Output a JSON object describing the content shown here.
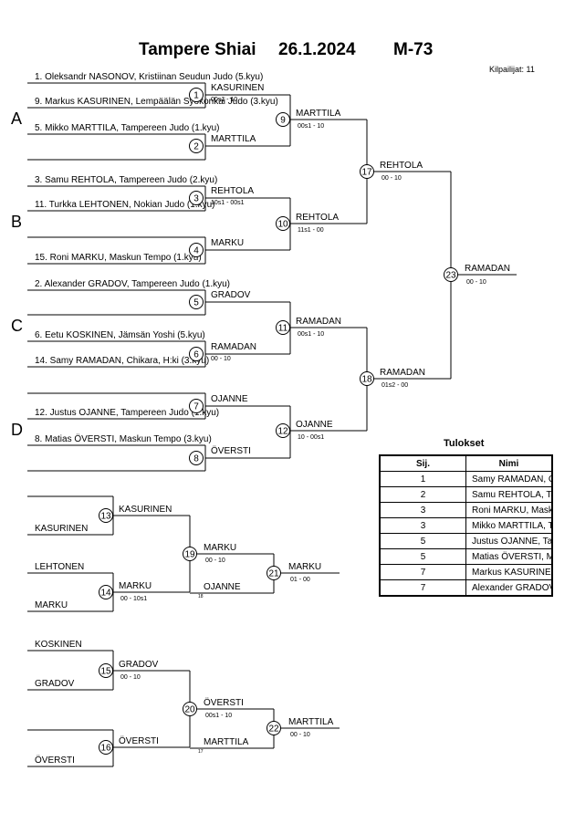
{
  "header": {
    "title": "Tampere Shiai",
    "date": "26.1.2024",
    "category": "M-73",
    "participants_label": "Kilpailijat: 11"
  },
  "pool_labels": [
    "A",
    "B",
    "C",
    "D"
  ],
  "entrants": [
    "1. Oleksandr NASONOV, Kristiinan Seudun Judo (5.kyu)",
    "9. Markus KASURINEN, Lempäälän Syokonkai Judo (3.kyu)",
    "5. Mikko MARTTILA, Tampereen Judo (1.kyu)",
    "3. Samu REHTOLA, Tampereen Judo (2.kyu)",
    "11. Turkka LEHTONEN, Nokian Judo (1.kyu)",
    "15. Roni MARKU, Maskun Tempo (1.kyu)",
    "2. Alexander GRADOV, Tampereen Judo (1.kyu)",
    "6. Eetu KOSKINEN, Jämsän Yoshi (5.kyu)",
    "14. Samy RAMADAN, Chikara, H:ki (3.kyu)",
    "12. Justus OJANNE, Tampereen Judo (1.kyu)",
    "8. Matias ÖVERSTI, Maskun Tempo (3.kyu)"
  ],
  "matches": [
    {
      "no": "1",
      "winner": "KASURINEN",
      "score": "00s1 - 10"
    },
    {
      "no": "2",
      "winner": "MARTTILA",
      "score": ""
    },
    {
      "no": "3",
      "winner": "REHTOLA",
      "score": "10s1 - 00s1"
    },
    {
      "no": "4",
      "winner": "MARKU",
      "score": ""
    },
    {
      "no": "5",
      "winner": "GRADOV",
      "score": ""
    },
    {
      "no": "6",
      "winner": "RAMADAN",
      "score": "00 - 10"
    },
    {
      "no": "7",
      "winner": "OJANNE",
      "score": ""
    },
    {
      "no": "8",
      "winner": "ÖVERSTI",
      "score": ""
    },
    {
      "no": "9",
      "winner": "MARTTILA",
      "score": "00s1 - 10"
    },
    {
      "no": "10",
      "winner": "REHTOLA",
      "score": "11s1 - 00"
    },
    {
      "no": "11",
      "winner": "RAMADAN",
      "score": "00s1 - 10"
    },
    {
      "no": "12",
      "winner": "OJANNE",
      "score": "10 - 00s1"
    },
    {
      "no": "17",
      "winner": "REHTOLA",
      "score": "00 - 10"
    },
    {
      "no": "18",
      "winner": "RAMADAN",
      "score": "01s2 - 00"
    },
    {
      "no": "23",
      "winner": "RAMADAN",
      "score": "00 - 10"
    }
  ],
  "repechage": [
    {
      "no": "13",
      "winner": "KASURINEN",
      "score": "",
      "in_top": "",
      "in_bottom": "KASURINEN"
    },
    {
      "no": "14",
      "winner": "MARKU",
      "score": "00 - 10s1",
      "in_top": "LEHTONEN",
      "in_bottom": "MARKU"
    },
    {
      "no": "15",
      "winner": "GRADOV",
      "score": "00 - 10",
      "in_top": "KOSKINEN",
      "in_bottom": "GRADOV"
    },
    {
      "no": "16",
      "winner": "ÖVERSTI",
      "score": "",
      "in_top": "",
      "in_bottom": "ÖVERSTI"
    },
    {
      "no": "19",
      "winner": "MARKU",
      "score": "00 - 10"
    },
    {
      "no": "20",
      "winner": "ÖVERSTI",
      "score": "00s1 - 10"
    },
    {
      "no": "21",
      "winner": "MARKU",
      "score": "01 - 00",
      "cross_in": "OJANNE",
      "cross_ref": "18"
    },
    {
      "no": "22",
      "winner": "MARTTILA",
      "score": "00 - 10",
      "cross_in": "MARTTILA",
      "cross_ref": "17"
    }
  ],
  "results": {
    "title": "Tulokset",
    "columns": [
      "Sij.",
      "Nimi"
    ],
    "rows": [
      {
        "rank": "1",
        "name": "Samy RAMADAN, Chikara, H:ki"
      },
      {
        "rank": "2",
        "name": "Samu REHTOLA, Tampereen Judo"
      },
      {
        "rank": "3",
        "name": "Roni MARKU, Maskun Tempo"
      },
      {
        "rank": "3",
        "name": "Mikko MARTTILA, Tampereen Judo"
      },
      {
        "rank": "5",
        "name": "Justus OJANNE, Tampereen Judo"
      },
      {
        "rank": "5",
        "name": "Matias ÖVERSTI, Maskun Tempo"
      },
      {
        "rank": "7",
        "name": "Markus KASURINEN, Lempäälän Syo"
      },
      {
        "rank": "7",
        "name": "Alexander GRADOV, Tampereen Judo"
      }
    ]
  }
}
